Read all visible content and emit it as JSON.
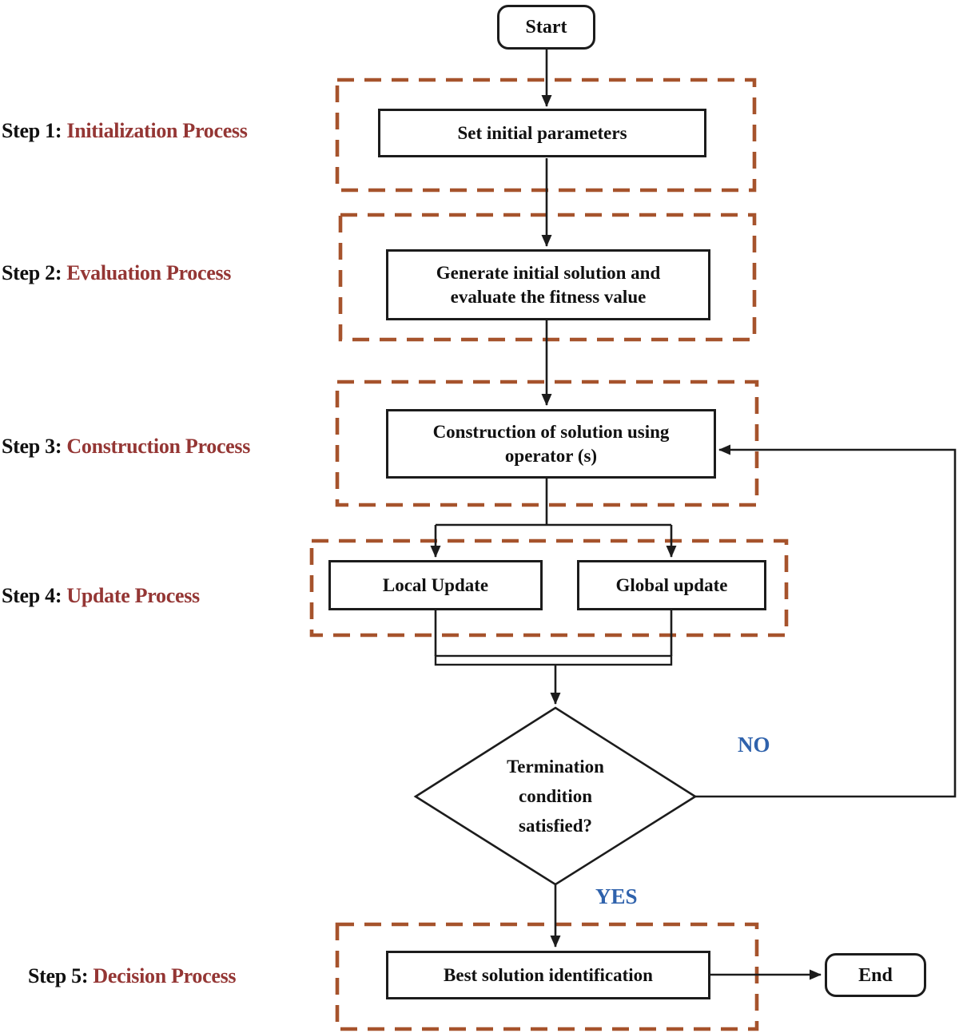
{
  "flowchart": {
    "nodes": {
      "start": "Start",
      "set_parameters": "Set initial parameters",
      "generate_line1": "Generate initial solution and",
      "generate_line2": "evaluate the fitness value",
      "construction_line1": "Construction of solution using",
      "construction_line2": "operator (s)",
      "local_update": "Local Update",
      "global_update": "Global update",
      "termination_line1": "Termination",
      "termination_line2": "condition",
      "termination_line3": "satisfied?",
      "best_solution": "Best solution identification",
      "end": "End"
    },
    "step_labels": [
      {
        "prefix": "Step 1:",
        "name": "Initialization Process"
      },
      {
        "prefix": "Step 2:",
        "name": "Evaluation Process"
      },
      {
        "prefix": "Step 3:",
        "name": "Construction Process"
      },
      {
        "prefix": "Step 4:",
        "name": "Update Process"
      },
      {
        "prefix": "Step 5:",
        "name": "Decision Process"
      }
    ],
    "branch_labels": {
      "no": "NO",
      "yes": "YES"
    }
  },
  "colors": {
    "dashed-border": "#A6532C",
    "step-label": "#943634",
    "branch-label": "#2F62AC",
    "line": "#1c1c1c"
  }
}
